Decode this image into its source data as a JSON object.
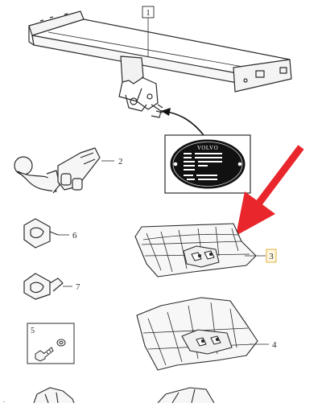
{
  "callouts": {
    "c1": "1",
    "c2": "2",
    "c3": "3",
    "c4": "4",
    "c5": "5",
    "c6": "6",
    "c7": "7"
  },
  "plate": {
    "brand": "VOLVO"
  },
  "colors": {
    "line": "#2b2b2b",
    "highlight_arrow": "#e8262b",
    "highlight_box": "#e2b23a",
    "plate_bg": "#111111"
  }
}
